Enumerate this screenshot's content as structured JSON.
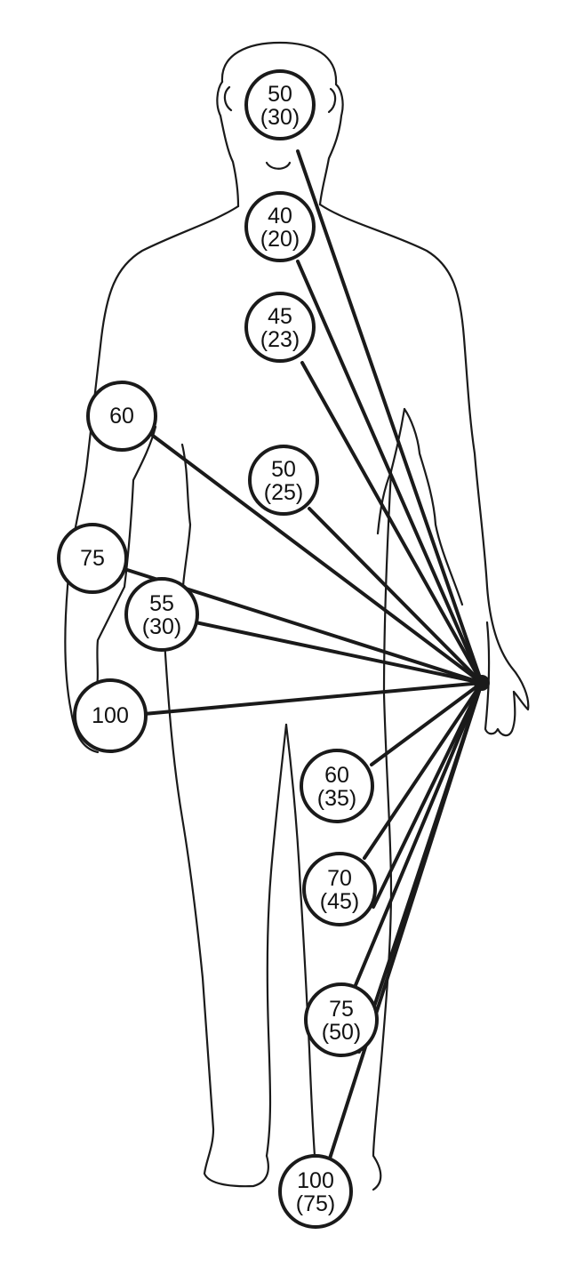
{
  "badges": [
    {
      "id": "head",
      "value": "50",
      "alt": "(30)"
    },
    {
      "id": "neck",
      "value": "40",
      "alt": "(20)"
    },
    {
      "id": "chest",
      "value": "45",
      "alt": "(23)"
    },
    {
      "id": "shoulder",
      "value": "60",
      "alt": ""
    },
    {
      "id": "abdomen",
      "value": "50",
      "alt": "(25)"
    },
    {
      "id": "elbow",
      "value": "75",
      "alt": ""
    },
    {
      "id": "hip",
      "value": "55",
      "alt": "(30)"
    },
    {
      "id": "wrist",
      "value": "100",
      "alt": ""
    },
    {
      "id": "thigh",
      "value": "60",
      "alt": "(35)"
    },
    {
      "id": "knee",
      "value": "70",
      "alt": "(45)"
    },
    {
      "id": "shin",
      "value": "75",
      "alt": "(50)"
    },
    {
      "id": "foot",
      "value": "100",
      "alt": "(75)"
    }
  ]
}
